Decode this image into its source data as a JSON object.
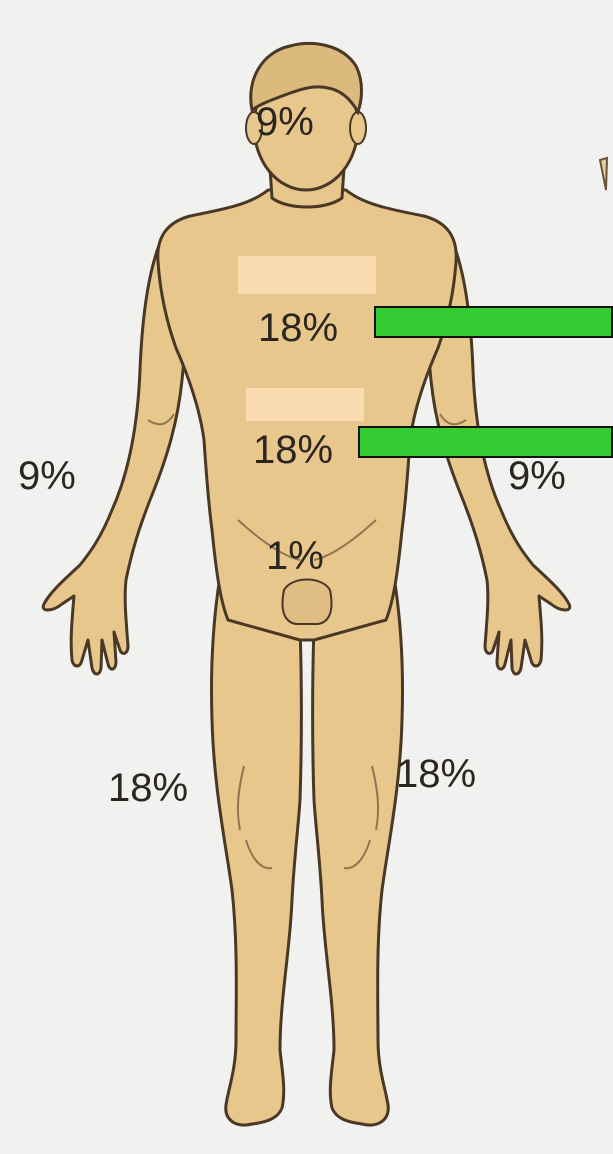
{
  "labels": {
    "head": "9%",
    "chest": "18%",
    "abdomen": "18%",
    "left_arm": "9%",
    "right_arm": "9%",
    "genital": "1%",
    "left_leg": "18%",
    "right_leg": "18%"
  },
  "colors": {
    "background": "#f1f1ef",
    "skin": "#e8c78c",
    "outline": "#4a3826",
    "hair": "#dcb97c",
    "label_mask": "#fbdcb1",
    "highlight_bar": "#33cc33"
  }
}
